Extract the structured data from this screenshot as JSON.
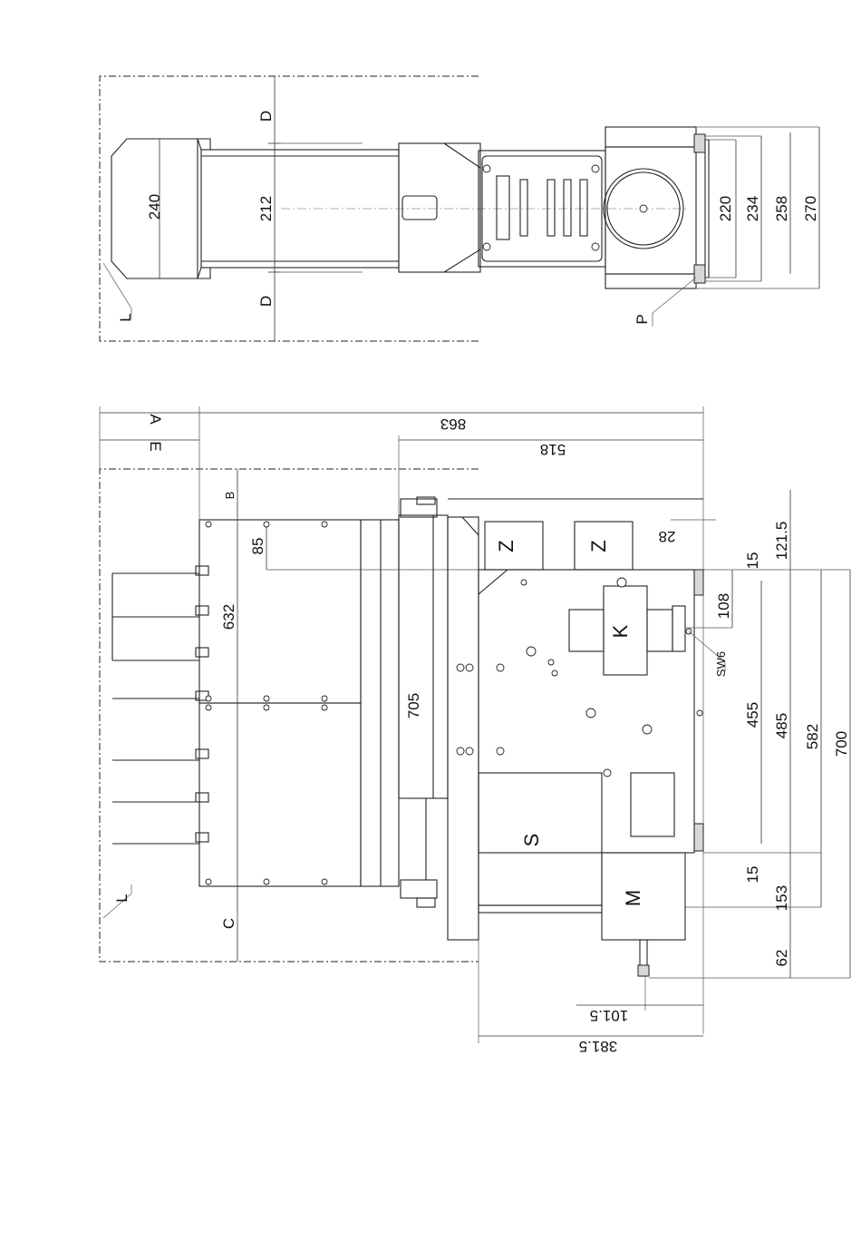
{
  "top_view": {
    "dims": {
      "d_top": "D",
      "d_bottom": "D",
      "d212": "212",
      "d240": "240",
      "d220": "220",
      "d234": "234",
      "d258": "258",
      "d270": "270"
    },
    "labels": {
      "L": "L",
      "P": "P"
    }
  },
  "front_view": {
    "dims": {
      "A": "A",
      "E": "E",
      "B": "B",
      "C": "C",
      "d863": "863",
      "d518": "518",
      "d85": "85",
      "d632": "632",
      "d705": "705",
      "d28": "28",
      "d121_5": "121.5",
      "d15a": "15",
      "d108": "108",
      "d455": "455",
      "d485": "485",
      "d582": "582",
      "d700": "700",
      "d15b": "15",
      "d153": "153",
      "d62": "62",
      "d101_5": "101.5",
      "d381_5": "381.5"
    },
    "labels": {
      "Z1": "Z",
      "Z2": "Z",
      "K": "K",
      "S": "S",
      "M": "M",
      "SW6": "SW6",
      "L": "L"
    }
  }
}
